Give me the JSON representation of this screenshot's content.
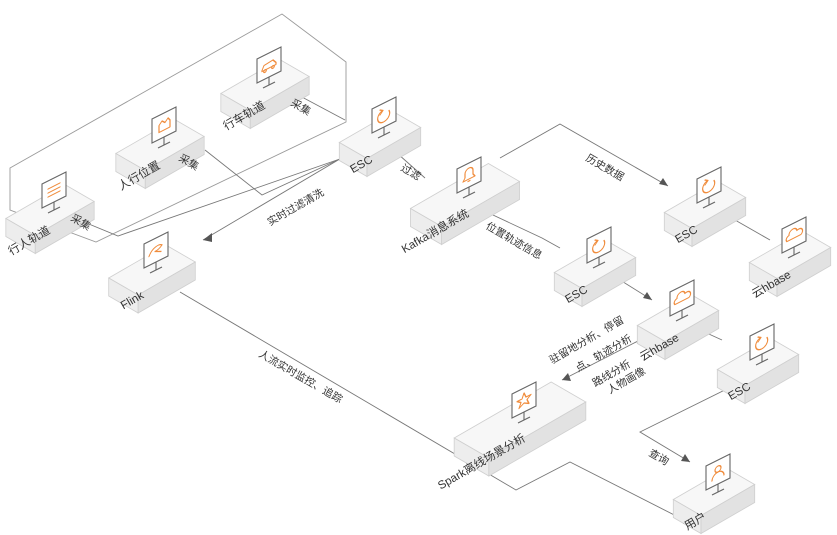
{
  "colors": {
    "accent": "#f08c3c",
    "line": "#777777",
    "box": "#ededed"
  },
  "nodes": {
    "pedestrian_track": {
      "label": "行人轨道",
      "icon": "list-icon"
    },
    "pedestrian_position": {
      "label": "人行位置",
      "icon": "hand-icon"
    },
    "vehicle_track": {
      "label": "行车轨道",
      "icon": "car-icon"
    },
    "esc_main": {
      "label": "ESC",
      "icon": "refresh-icon"
    },
    "kafka": {
      "label": "Kafka消息系统",
      "icon": "bell-icon"
    },
    "flink": {
      "label": "Flink",
      "icon": "squirrel-icon"
    },
    "esc_history": {
      "label": "ESC",
      "icon": "refresh-icon"
    },
    "cloud_hbase_history": {
      "label": "云hbase",
      "icon": "cloud-icon"
    },
    "esc_position": {
      "label": "ESC",
      "icon": "refresh-icon"
    },
    "cloud_hbase": {
      "label": "云hbase",
      "icon": "cloud-icon"
    },
    "esc_query": {
      "label": "ESC",
      "icon": "refresh-icon"
    },
    "spark": {
      "label": "Spark离线场景分析",
      "icon": "star-icon"
    },
    "user": {
      "label": "用户",
      "icon": "user-icon"
    }
  },
  "edges": {
    "collect_1": "采集",
    "collect_2": "采集",
    "collect_3": "采集",
    "filter": "过滤",
    "realtime": "实时过滤清洗",
    "history": "历史数据",
    "position": "位置轨迹信息",
    "flow_monitor": "人流实时监控、追踪",
    "stay_analysis_line1": "驻留地分析、停留",
    "stay_analysis_line2": "点、轨迹分析",
    "route_line1": "路线分析",
    "route_line2": "人物画像",
    "query": "查询"
  }
}
